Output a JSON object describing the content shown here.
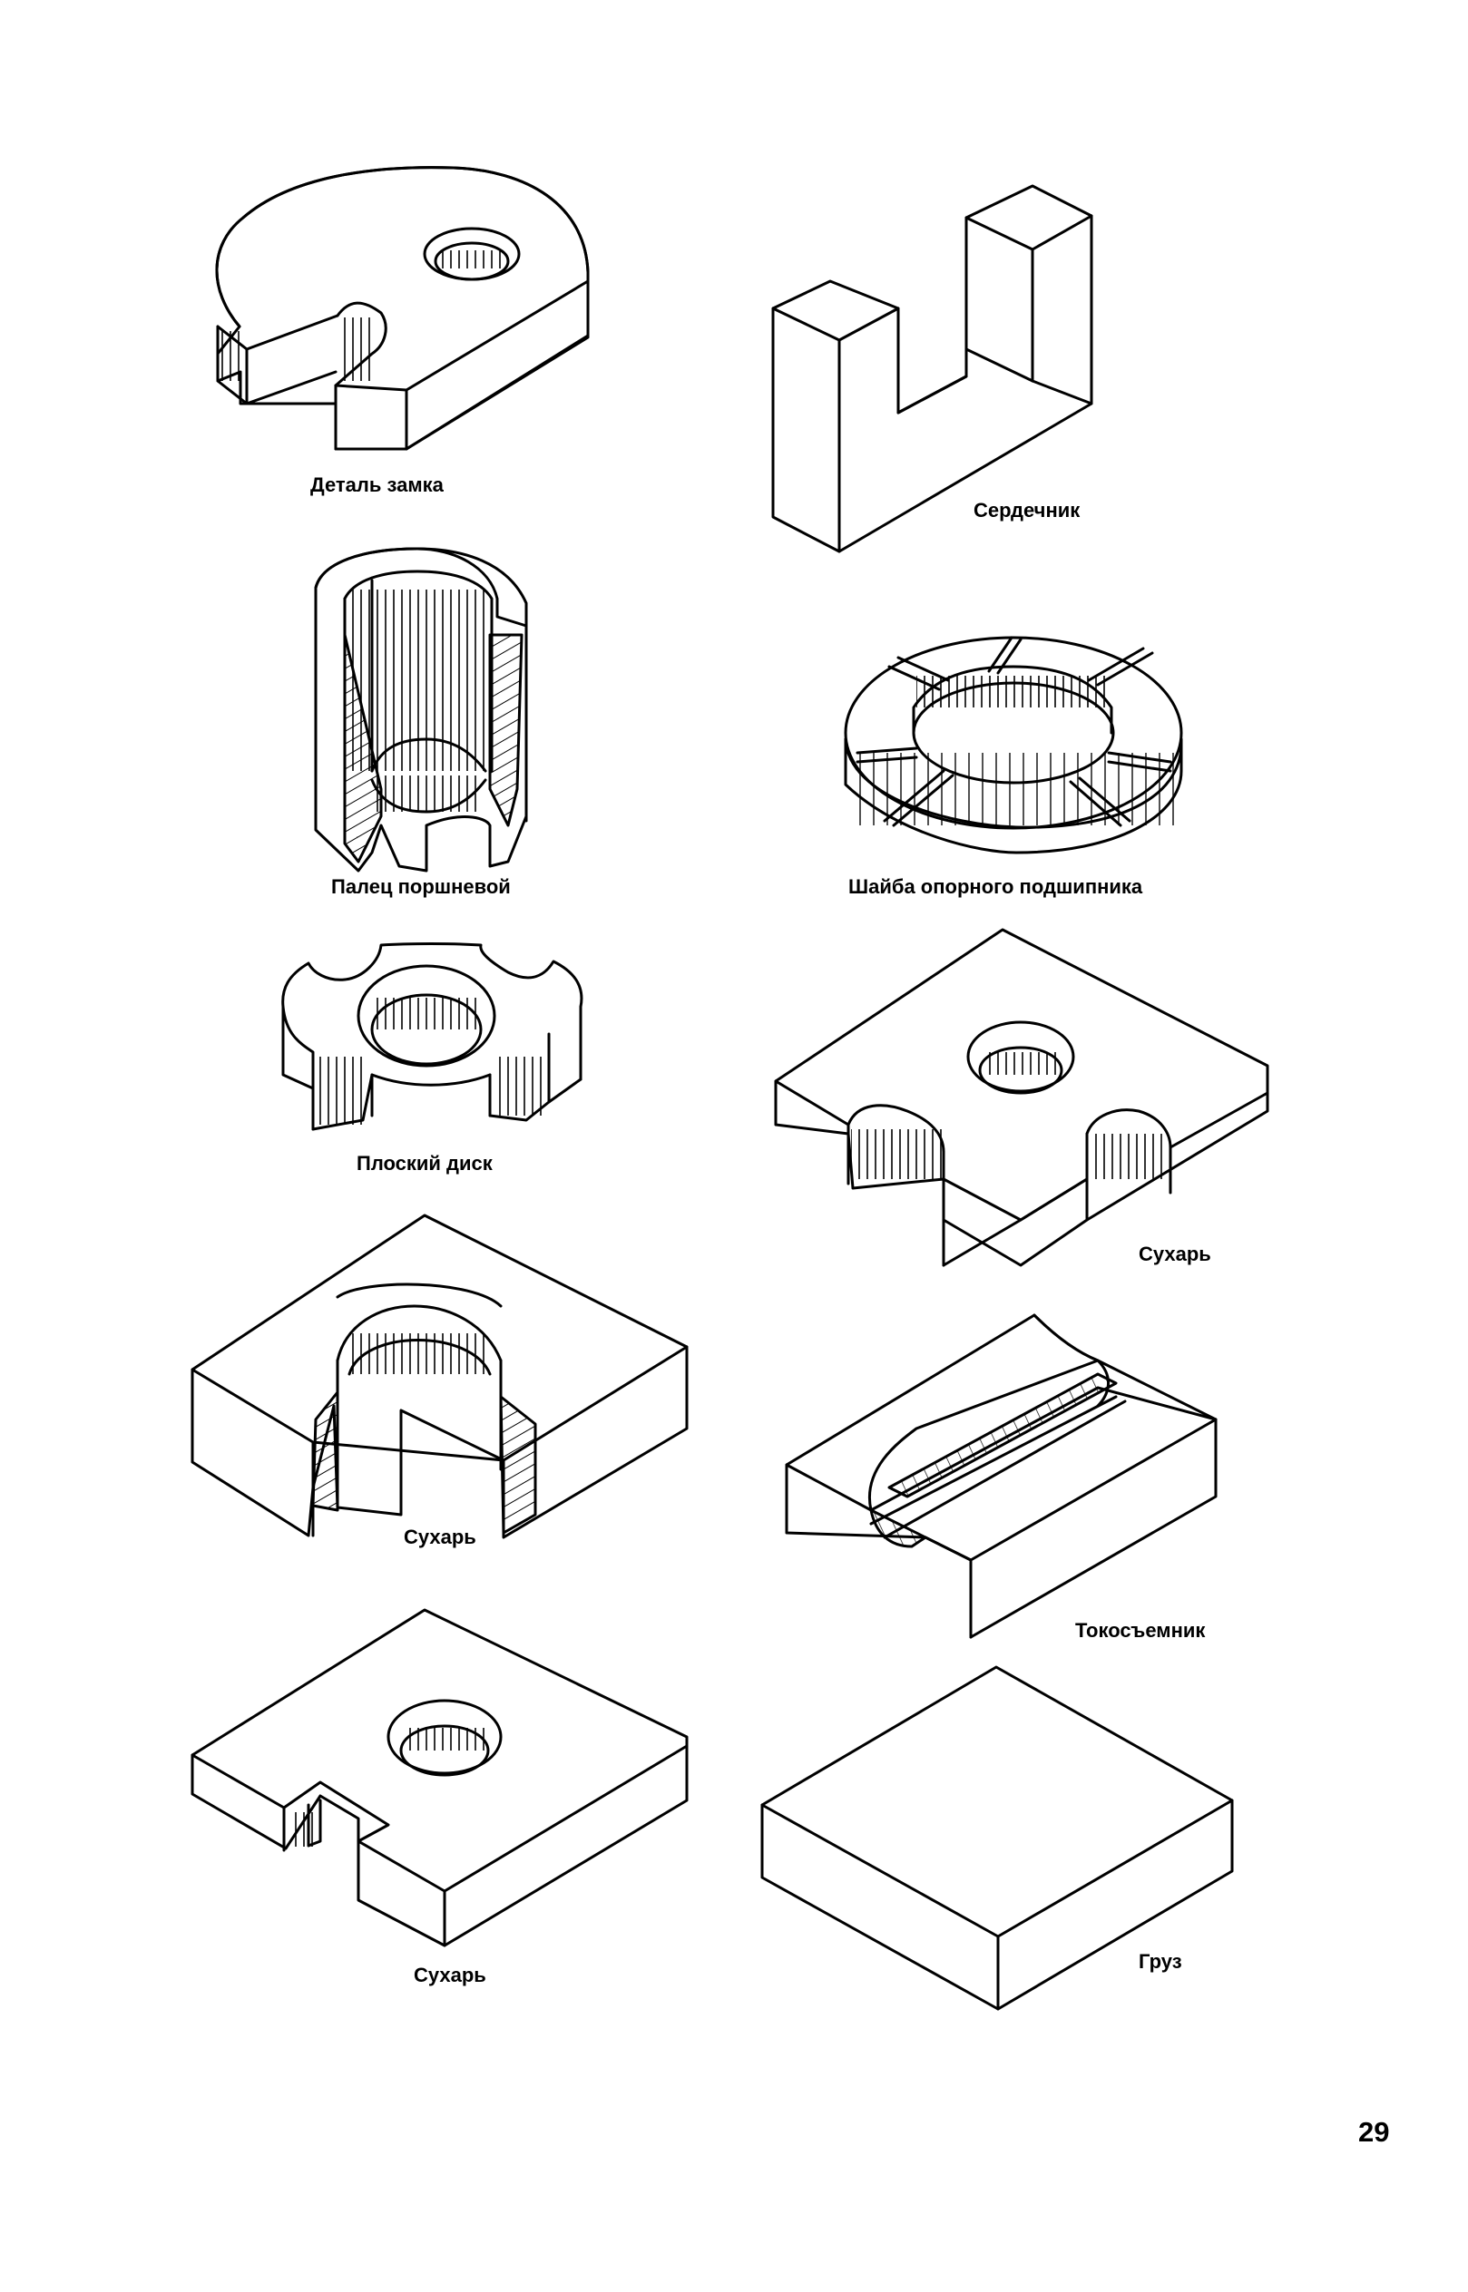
{
  "figures": [
    {
      "id": "lock-part",
      "label": "Деталь замка"
    },
    {
      "id": "core",
      "label": "Сердечник"
    },
    {
      "id": "piston-pin",
      "label": "Палец поршневой"
    },
    {
      "id": "bearing-washer",
      "label": "Шайба опорного подшипника"
    },
    {
      "id": "flat-disk",
      "label": "Плоский диск"
    },
    {
      "id": "slide-block-1",
      "label": "Сухарь"
    },
    {
      "id": "slide-block-2",
      "label": "Сухарь"
    },
    {
      "id": "current-collector",
      "label": "Токосъемник"
    },
    {
      "id": "slide-block-3",
      "label": "Сухарь"
    },
    {
      "id": "weight",
      "label": "Груз"
    }
  ],
  "page_number": "29"
}
